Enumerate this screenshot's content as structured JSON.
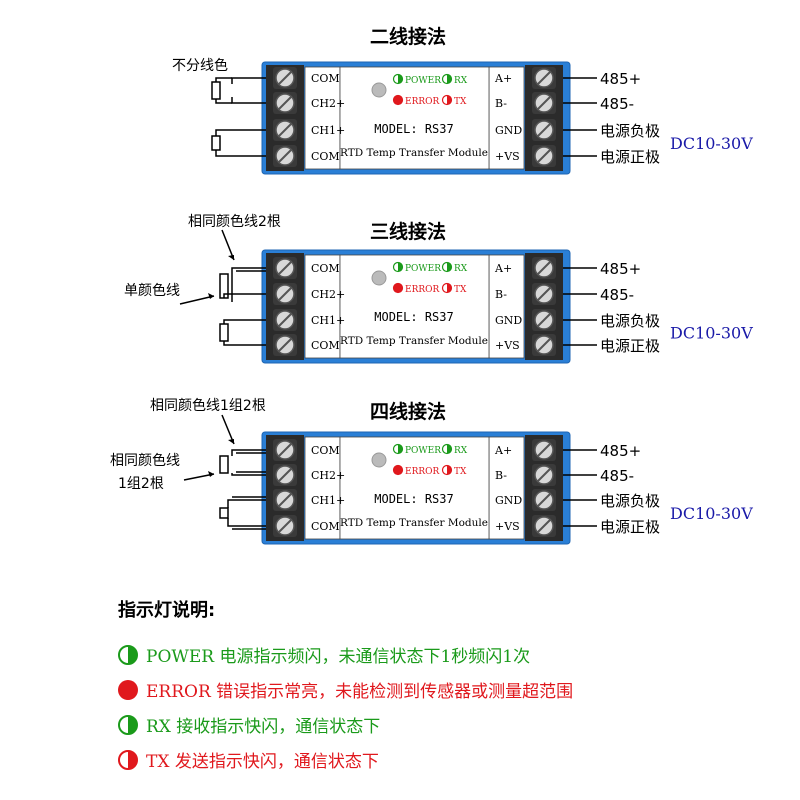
{
  "sections": [
    {
      "title": "二线接法",
      "left_notes": [
        "不分线色"
      ],
      "left_terminals": [
        "COM",
        "CH2+",
        "CH1+",
        "COM"
      ],
      "right_terminals": [
        "A+",
        "B-",
        "GND",
        "+VS"
      ],
      "right_labels": [
        "485+",
        "485-",
        "电源负极",
        "电源正极"
      ],
      "supply": "DC10-30V"
    },
    {
      "title": "三线接法",
      "left_notes": [
        "相同颜色线2根",
        "单颜色线"
      ],
      "left_terminals": [
        "COM",
        "CH2+",
        "CH1+",
        "COM"
      ],
      "right_terminals": [
        "A+",
        "B-",
        "GND",
        "+VS"
      ],
      "right_labels": [
        "485+",
        "485-",
        "电源负极",
        "电源正极"
      ],
      "supply": "DC10-30V"
    },
    {
      "title": "四线接法",
      "left_notes": [
        "相同颜色线1组2根",
        "相同颜色线",
        "1组2根"
      ],
      "left_terminals": [
        "COM",
        "CH2+",
        "CH1+",
        "COM"
      ],
      "right_terminals": [
        "A+",
        "B-",
        "GND",
        "+VS"
      ],
      "right_labels": [
        "485+",
        "485-",
        "电源负极",
        "电源正极"
      ],
      "supply": "DC10-30V"
    }
  ],
  "module": {
    "model": "MODEL: RS37",
    "name": "RTD Temp Transfer Module",
    "leds": [
      "POWER",
      "RX",
      "ERROR",
      "TX"
    ]
  },
  "legend": {
    "title": "指示灯说明:",
    "items": [
      {
        "text": "POWER 电源指示频闪，未通信状态下1秒频闪1次",
        "color": "#1a9a1a",
        "style": "half-green",
        "icon": "half-circle-green-icon"
      },
      {
        "text": "ERROR 错误指示常亮，未能检测到传感器或测量超范围",
        "color": "#e0181d",
        "style": "full-red",
        "icon": "circle-red-icon"
      },
      {
        "text": "RX 接收指示快闪，通信状态下",
        "color": "#1a9a1a",
        "style": "half-green",
        "icon": "half-circle-green-icon"
      },
      {
        "text": "TX 发送指示快闪，通信状态下",
        "color": "#e0181d",
        "style": "half-red",
        "icon": "half-circle-red-icon"
      }
    ]
  },
  "colors": {
    "module_blue": "#2a7fd6",
    "module_blue_dark": "#1f66b3",
    "supply_text": "#1a1aa8",
    "green": "#1a9a1a",
    "red": "#e0181d"
  }
}
